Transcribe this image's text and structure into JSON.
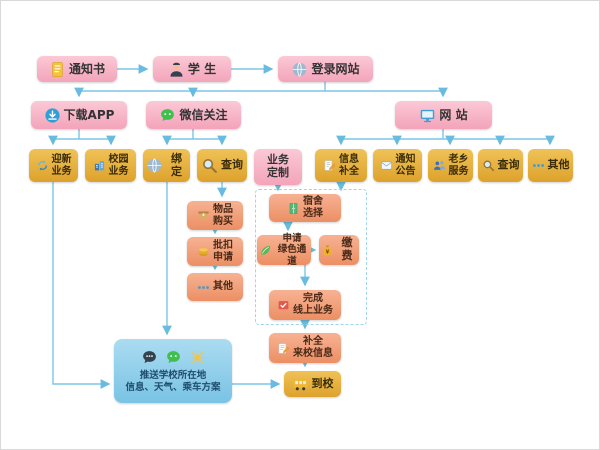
{
  "nodes": {
    "notice": "通知书",
    "student": "学 生",
    "login": "登录网站",
    "download_app": "下载APP",
    "wechat_follow": "微信关注",
    "website": "网 站",
    "welcome_biz": "迎新\n业务",
    "campus_biz": "校园\n业务",
    "bind": "绑定",
    "query_wechat": "查询",
    "biz_custom": "业务\n定制",
    "info_complete": "信息\n补全",
    "notice_board": "通知\n公告",
    "hometown_service": "老乡\n服务",
    "query_web": "查询",
    "other_web": "其他",
    "goods_buy": "物品\n购买",
    "batch_deduct": "批扣\n申请",
    "other_misc": "其他",
    "dorm_select": "宿舍\n选择",
    "green_channel": "申请\n绿色通道",
    "pay_fee": "缴费",
    "finish_online": "完成\n线上业务",
    "fill_arrival": "补全\n来校信息",
    "arrive_school": "到校",
    "push_info": "推送学校所在地\n信息、天气、乘车方案"
  },
  "icons": {
    "notice": "document-icon",
    "student": "student-icon",
    "login": "globe-icon",
    "download_app": "app-download-icon",
    "wechat_follow": "wechat-icon",
    "website": "monitor-icon",
    "welcome_biz": "refresh-arrows-icon",
    "campus_biz": "campus-building-icon",
    "bind": "globe-icon",
    "query": "magnifier-icon",
    "info_complete": "form-pencil-icon",
    "notice_board": "envelope-icon",
    "hometown_service": "people-icon",
    "other": "dots-icon",
    "goods_buy": "parcel-icon",
    "batch_deduct": "coins-icon",
    "dorm_select": "wardrobe-icon",
    "green_channel": "leaf-icon",
    "pay_fee": "moneybag-icon",
    "finish_online": "checkbook-icon",
    "fill_arrival": "form-pencil-icon",
    "arrive_school": "bus-icon",
    "push_box": [
      "chat-dark-icon",
      "chat-green-icon",
      "sun-icon"
    ]
  },
  "colors": {
    "pink_node": "#f3a4ba",
    "gold_node": "#dda22c",
    "orange_node": "#ec8f64",
    "blue_node": "#79c3e4",
    "connector": "#7cc6e6"
  }
}
